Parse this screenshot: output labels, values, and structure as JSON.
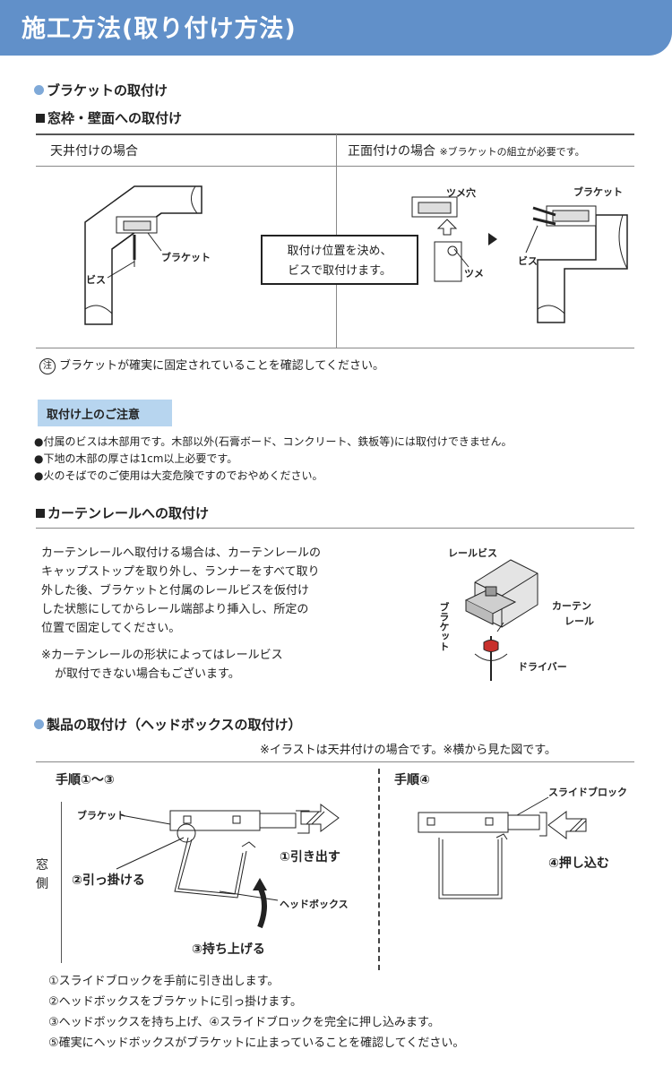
{
  "header": {
    "title": "施工方法(取り付け方法)"
  },
  "bracket_section": {
    "heading": "ブラケットの取付け",
    "subheading": "窓枠・壁面への取付け",
    "col_left": "天井付けの場合",
    "col_right": "正面付けの場合",
    "col_right_note": "※ブラケットの組立が必要です。",
    "callout": [
      "取付け位置を決め、",
      "ビスで取付けます。"
    ],
    "label_bracket": "ブラケット",
    "label_screw": "ビス",
    "label_tsume_hole": "ツメ穴",
    "label_tsume": "ツメ",
    "note_mark": "注",
    "note": "ブラケットが確実に固定されていることを確認してください。"
  },
  "caution": {
    "title": "取付け上のご注意",
    "items": [
      "●付属のビスは木部用です。木部以外(石膏ボード、コンクリート、鉄板等)には取付けできません。",
      "●下地の木部の厚さは1cm以上必要です。",
      "●火のそばでのご使用は大変危険ですのでおやめください。"
    ]
  },
  "rail_section": {
    "subheading": "カーテンレールへの取付け",
    "lines": [
      "カーテンレールへ取付ける場合は、カーテンレールの",
      "キャップストップを取り外し、ランナーをすべて取り",
      "外した後、ブラケットと付属のレールビスを仮付け",
      "した状態にしてからレール端部より挿入し、所定の",
      "位置で固定してください。"
    ],
    "note_lines": [
      "※カーテンレールの形状によってはレールビス",
      "が取付できない場合もございます。"
    ],
    "label_rail_screw": "レールビス",
    "label_curtain": "カーテン",
    "label_rail": "レール",
    "label_bracket": "ブラケット",
    "label_driver": "ドライバー"
  },
  "product_section": {
    "heading": "製品の取付け（ヘッドボックスの取付け）",
    "note": "※イラストは天井付けの場合です。※横から見た図です。",
    "step_a": "手順①～③",
    "step_b": "手順④",
    "window_side": [
      "窓",
      "側"
    ],
    "label_bracket": "ブラケット",
    "label_pull_out": "①引き出す",
    "label_hook": "②引っ掛ける",
    "label_headbox": "ヘッドボックス",
    "label_lift": "③持ち上げる",
    "label_slide_block": "スライドブロック",
    "label_push": "④押し込む",
    "instructions": [
      "①スライドブロックを手前に引き出します。",
      "②ヘッドボックスをブラケットに引っ掛けます。",
      "③ヘッドボックスを持ち上げ、④スライドブロックを完全に押し込みます。",
      "⑤確実にヘッドボックスがブラケットに止まっていることを確認してください。"
    ]
  },
  "colors": {
    "banner": "#6190c9",
    "accent_dot": "#7fa9d8",
    "tag_bg": "#b7d5ef"
  }
}
